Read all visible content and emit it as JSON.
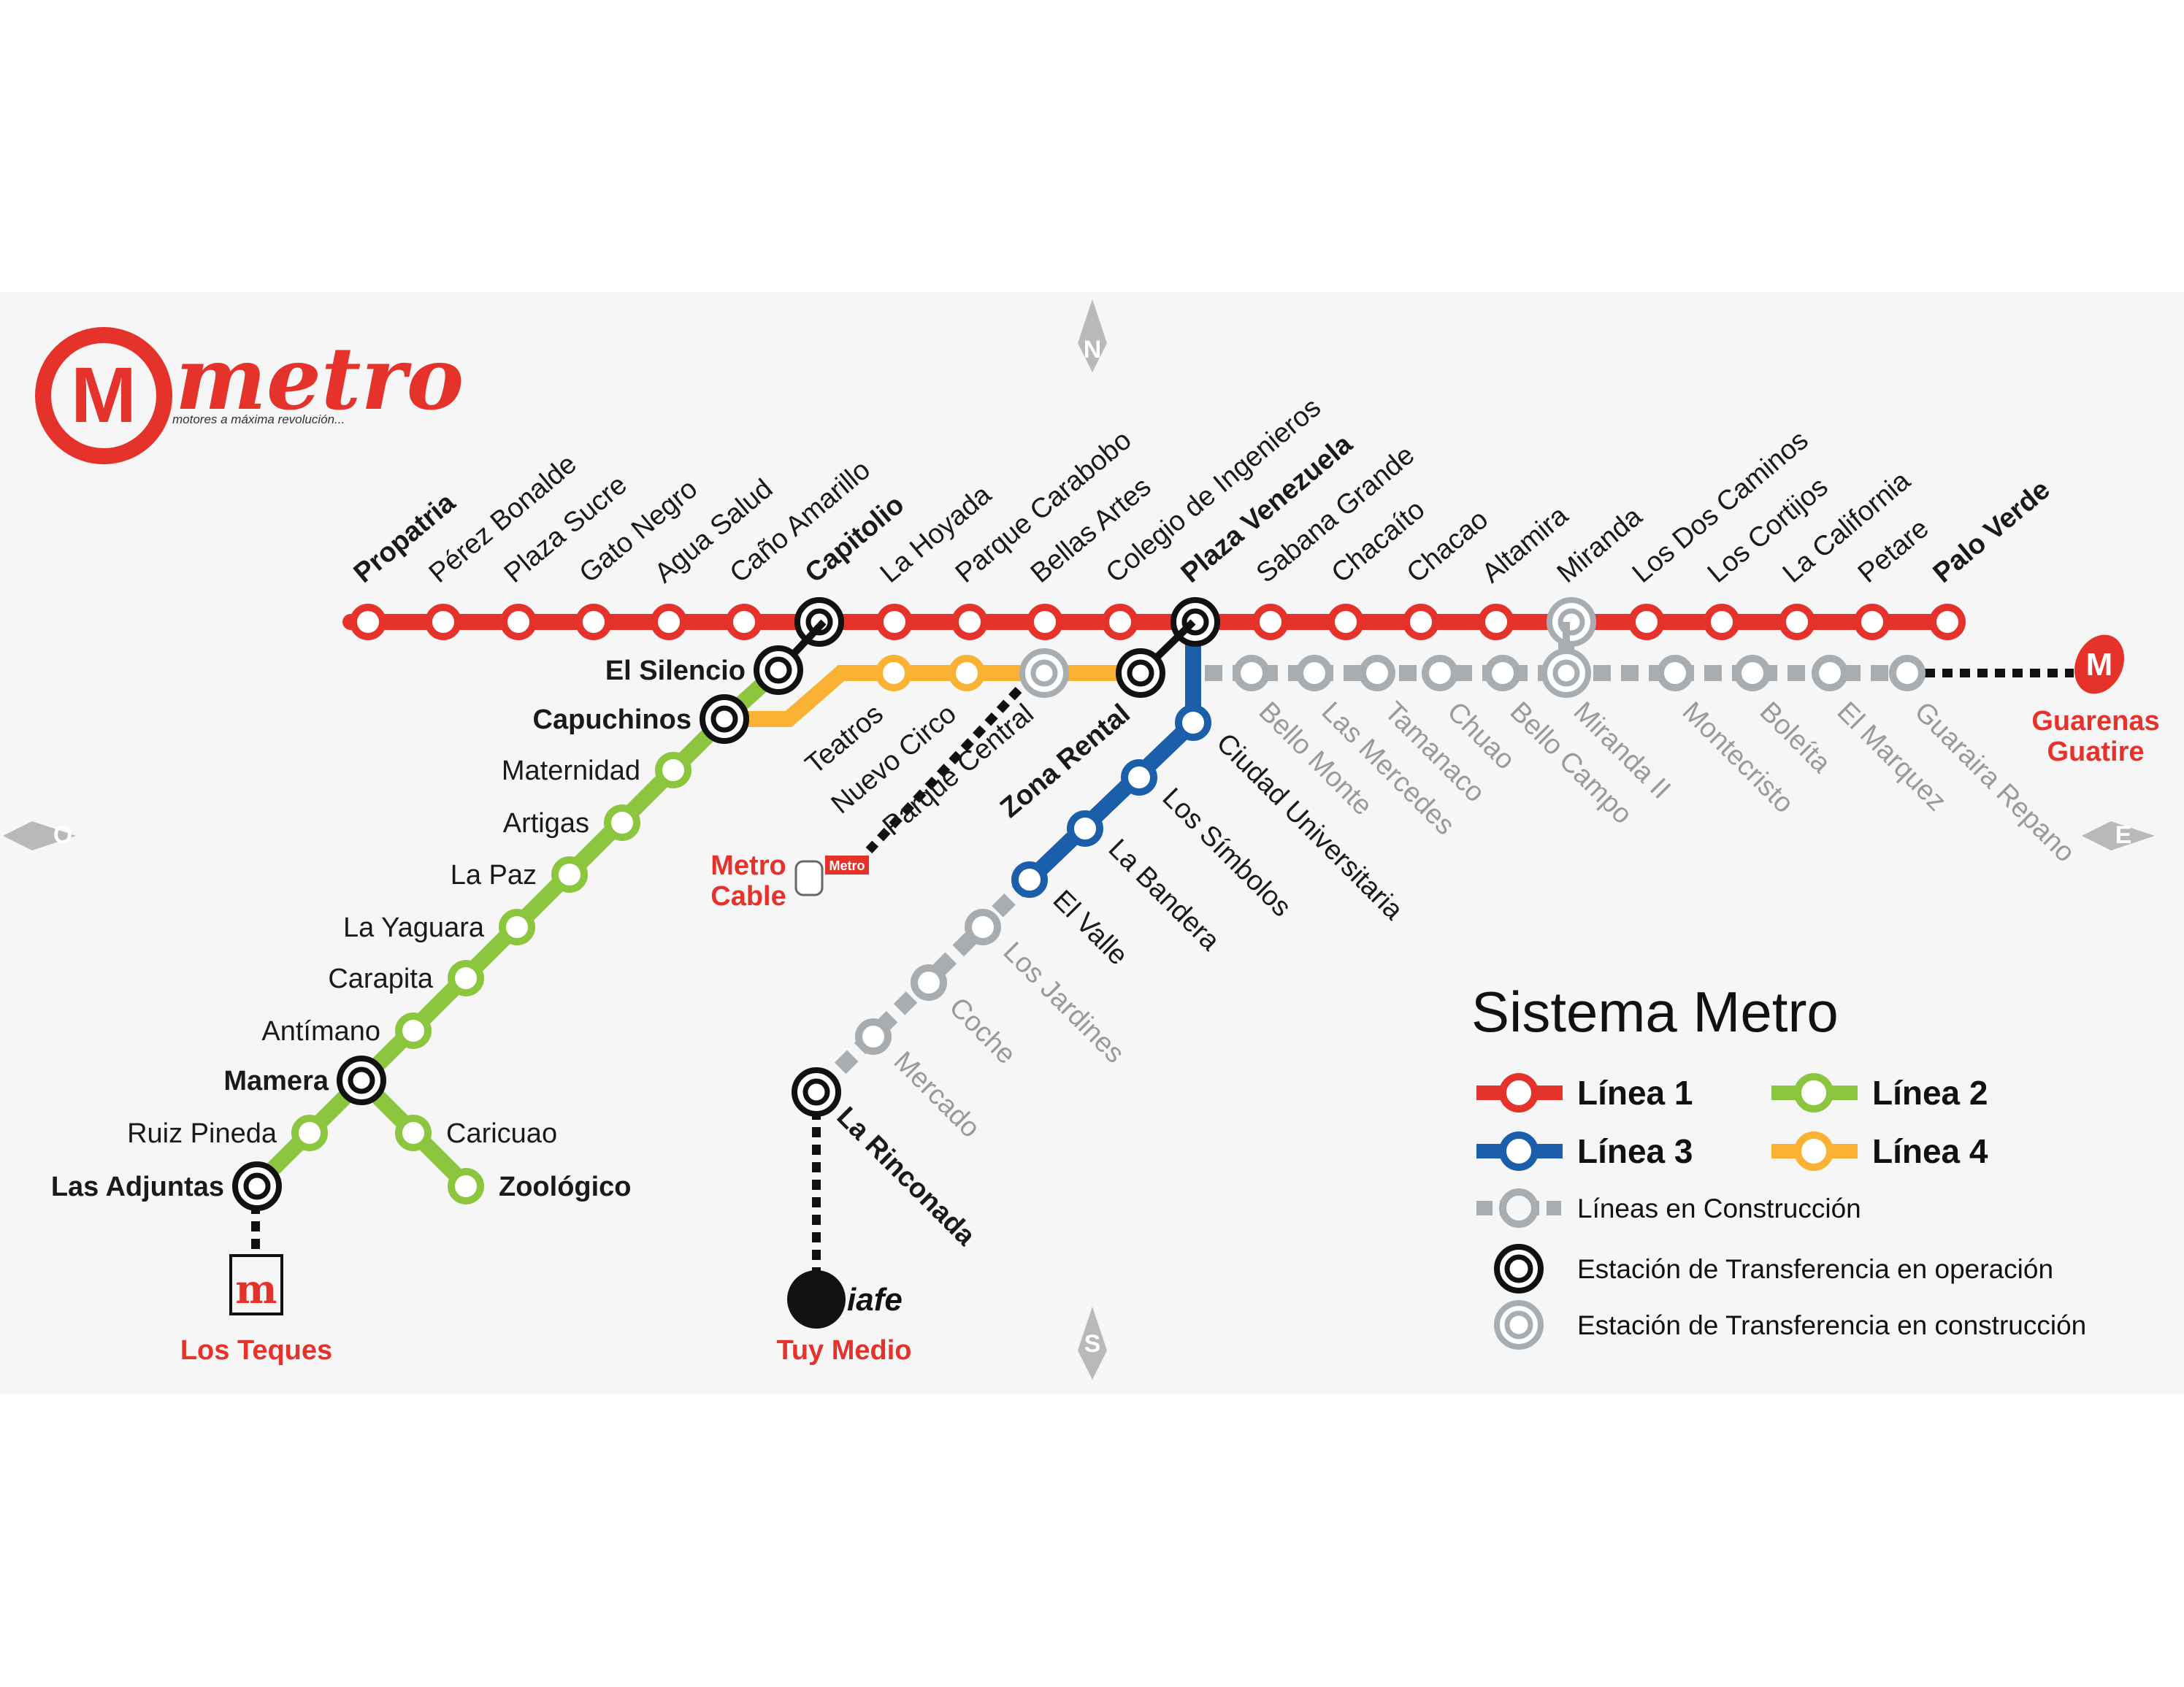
{
  "brand": {
    "logo_letter": "M",
    "logo_word": "metro",
    "tagline": "motores a máxima revolución..."
  },
  "colors": {
    "line1": "#e5322b",
    "line2": "#8cc63f",
    "line3": "#1b5fab",
    "line4": "#f9b233",
    "construction": "#a8adb2",
    "transfer": "#111111",
    "external": "#e5322b"
  },
  "compass": {
    "north": "N",
    "south": "S",
    "east": "E",
    "west": "O"
  },
  "lines": {
    "line1": {
      "stations": [
        "Propatria",
        "Pérez Bonalde",
        "Plaza Sucre",
        "Gato Negro",
        "Agua Salud",
        "Caño Amarillo",
        "Capitolio",
        "La Hoyada",
        "Parque Carabobo",
        "Bellas Artes",
        "Colegio de Ingenieros",
        "Plaza Venezuela",
        "Sabana Grande",
        "Chacaíto",
        "Chacao",
        "Altamira",
        "Miranda",
        "Los Dos Caminos",
        "Los Cortijos",
        "La California",
        "Petare",
        "Palo Verde"
      ],
      "bold": [
        "Propatria",
        "Capitolio",
        "Plaza Venezuela",
        "Palo Verde"
      ]
    },
    "line2": {
      "stations": [
        "El Silencio",
        "Capuchinos",
        "Maternidad",
        "Artigas",
        "La Paz",
        "La Yaguara",
        "Carapita",
        "Antímano",
        "Mamera",
        "Ruiz Pineda",
        "Las Adjuntas",
        "Caricuao",
        "Zoológico"
      ],
      "bold": [
        "El Silencio",
        "Capuchinos",
        "Mamera",
        "Las Adjuntas",
        "Zoológico"
      ]
    },
    "line3": {
      "stations": [
        "Plaza Venezuela",
        "Ciudad Universitaria",
        "Los Símbolos",
        "La Bandera",
        "El Valle"
      ]
    },
    "line4": {
      "stations": [
        "Capuchinos",
        "Teatros",
        "Nuevo Circo",
        "Parque Central",
        "Zona Rental"
      ],
      "bold": [
        "Zona Rental"
      ]
    },
    "construction": {
      "east": [
        "Bello Monte",
        "Las Mercedes",
        "Tamanaco",
        "Chuao",
        "Bello Campo",
        "Miranda II",
        "Montecristo",
        "Boleíta",
        "El Marquez",
        "Guaraira Repano"
      ],
      "south": [
        "Los Jardines",
        "Coche",
        "Mercado",
        "La Rinconada"
      ],
      "bold": [
        "La Rinconada"
      ]
    }
  },
  "connections": {
    "metrocable": "Metro\nCable",
    "metrocable_badge": "Metro",
    "los_teques": "Los Teques",
    "tuy_medio": "Tuy Medio",
    "guarenas": "Guarenas\nGuatire",
    "iafe_logo": "iafe"
  },
  "legend": {
    "title": "Sistema Metro",
    "items": [
      {
        "label": "Línea 1",
        "color": "#e5322b"
      },
      {
        "label": "Línea 2",
        "color": "#8cc63f"
      },
      {
        "label": "Línea 3",
        "color": "#1b5fab"
      },
      {
        "label": "Línea 4",
        "color": "#f9b233"
      }
    ],
    "construction_label": "Líneas en Construcción",
    "transfer_operating": "Estación de Transferencia en operación",
    "transfer_construction": "Estación de Transferencia en construcción"
  }
}
